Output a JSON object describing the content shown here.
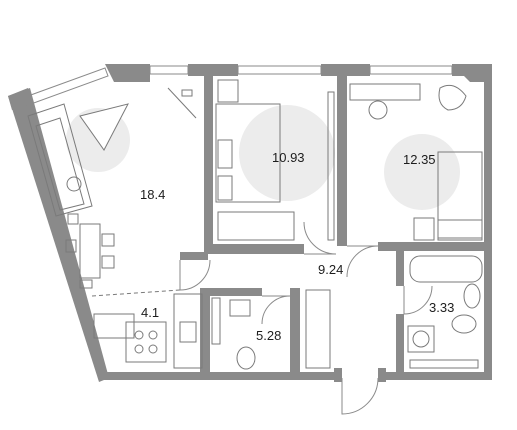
{
  "plan": {
    "rooms": [
      {
        "id": "living-kitchen",
        "area": "18.4"
      },
      {
        "id": "bedroom-1",
        "area": "10.93"
      },
      {
        "id": "bedroom-2",
        "area": "12.35"
      },
      {
        "id": "kitchen-nook",
        "area": "4.1"
      },
      {
        "id": "hallway",
        "area": "9.24"
      },
      {
        "id": "bathroom-1",
        "area": "5.28"
      },
      {
        "id": "bathroom-2",
        "area": "3.33"
      }
    ]
  }
}
